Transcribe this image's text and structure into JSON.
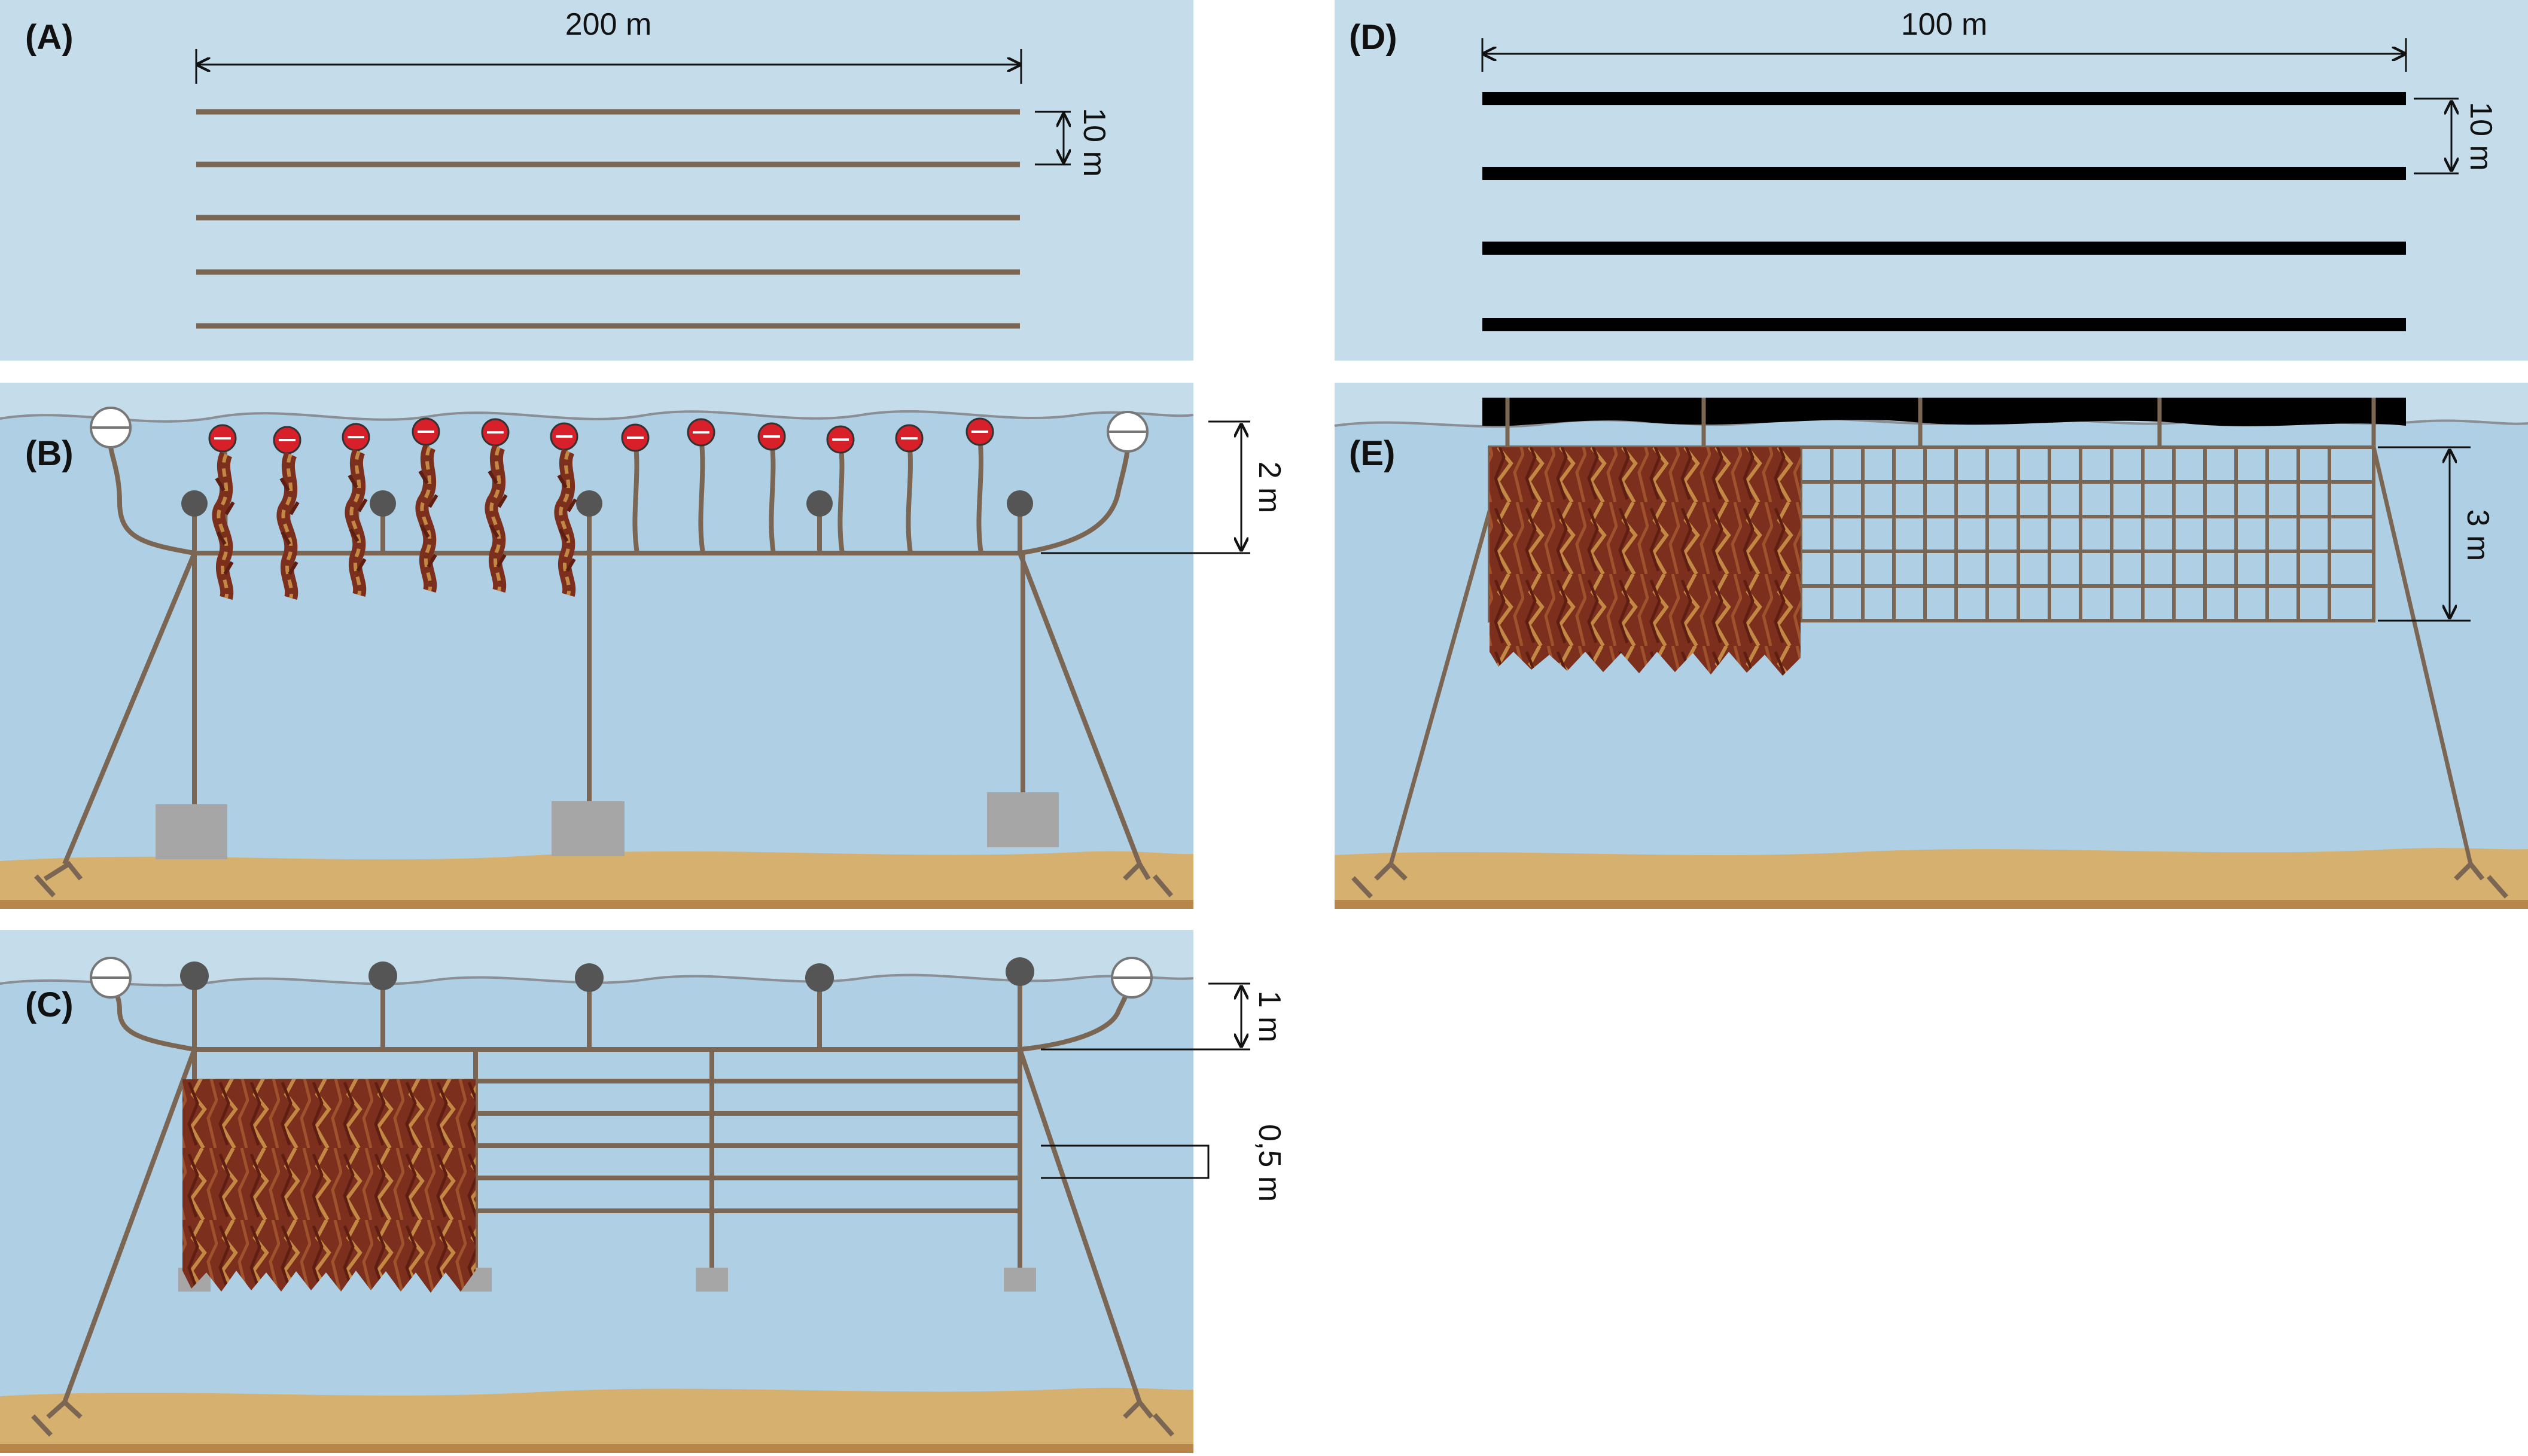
{
  "panels": [
    {
      "id": "A",
      "label": "(A)",
      "dim_length": "200 m",
      "dim_spacing": "10 m"
    },
    {
      "id": "B",
      "label": "(B)",
      "dim_depth": "2 m"
    },
    {
      "id": "C",
      "label": "(C)",
      "dim_depth": "1 m",
      "dim_spacing": "0,5 m"
    },
    {
      "id": "D",
      "label": "(D)",
      "dim_length": "100 m",
      "dim_spacing": "10 m"
    },
    {
      "id": "E",
      "label": "(E)",
      "dim_depth": "3 m"
    }
  ],
  "colors": {
    "sky_water": "#c5dcea",
    "water": "#afd0e4",
    "sand": "#d5b06e",
    "sand_dark": "#b8864a",
    "rope": "#7a6652",
    "black_line": "#000000",
    "buoy_red": "#d8202a",
    "float_grey": "#555555",
    "anchor_block": "#a6a6a6",
    "seaweed": "#8a3b24"
  }
}
